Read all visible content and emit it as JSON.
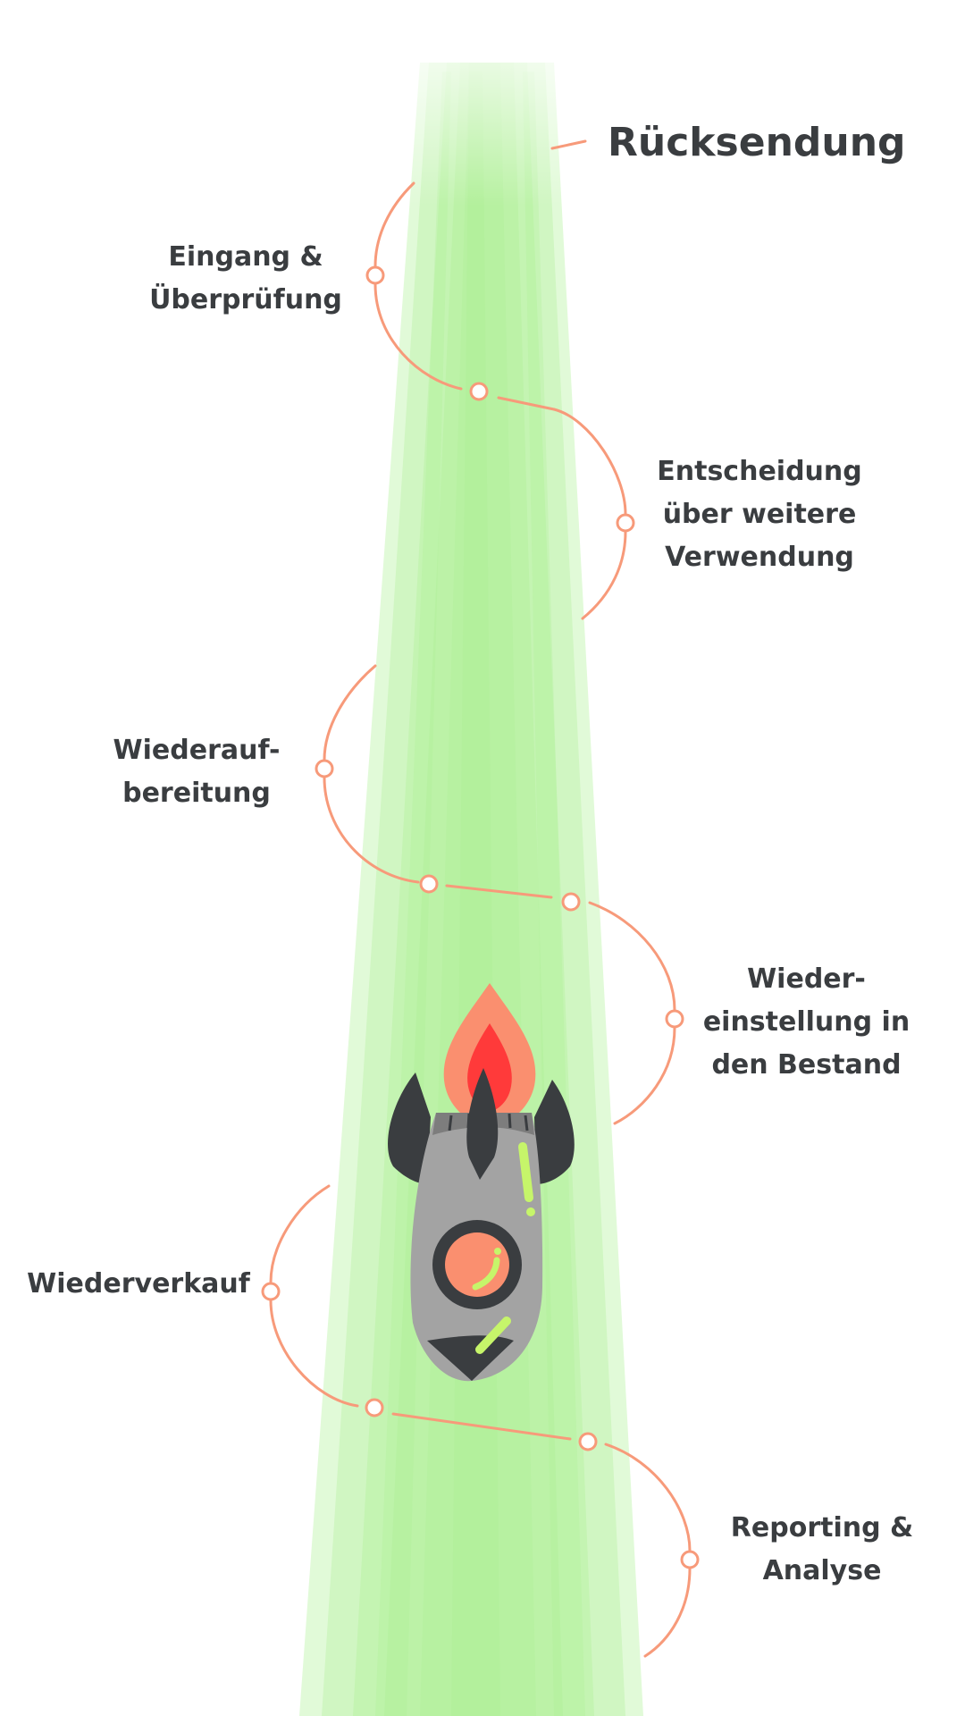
{
  "title": "Rücksendung",
  "steps": [
    {
      "lines": [
        "Eingang &",
        "Überprüfung"
      ]
    },
    {
      "lines": [
        "Entscheidung",
        "über weitere",
        "Verwendung"
      ]
    },
    {
      "lines": [
        "Wiederauf-",
        "bereitung"
      ]
    },
    {
      "lines": [
        "Wieder-",
        "einstellung in",
        "den Bestand"
      ]
    },
    {
      "lines": [
        "Wiederverkauf"
      ]
    },
    {
      "lines": [
        "Reporting &",
        "Analyse"
      ]
    }
  ],
  "colors": {
    "beam": "#a8f090",
    "path": "#f79a7a",
    "text": "#3a3d40",
    "rocket_body": "#a3a3a3",
    "rocket_dark": "#3a3d40",
    "flame_outer": "#fa8f6f",
    "flame_inner": "#ff3a3a",
    "window": "#fa8f6f",
    "highlight": "#c6f56a"
  },
  "icons": [
    "rocket-icon",
    "flame-icon"
  ]
}
